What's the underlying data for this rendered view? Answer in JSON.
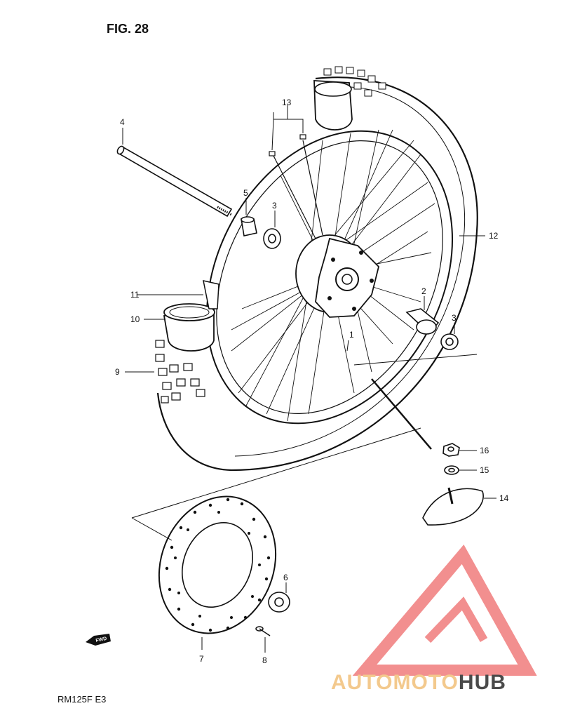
{
  "figure": {
    "title": "FIG. 28",
    "model_code": "RM125F  E3",
    "fwd_marker": "FWD"
  },
  "parts": [
    {
      "ref": "1"
    },
    {
      "ref": "2"
    },
    {
      "ref": "3"
    },
    {
      "ref": "3"
    },
    {
      "ref": "4"
    },
    {
      "ref": "5"
    },
    {
      "ref": "6"
    },
    {
      "ref": "7"
    },
    {
      "ref": "8"
    },
    {
      "ref": "9"
    },
    {
      "ref": "10"
    },
    {
      "ref": "11"
    },
    {
      "ref": "12"
    },
    {
      "ref": "13"
    },
    {
      "ref": "14"
    },
    {
      "ref": "15"
    },
    {
      "ref": "16"
    }
  ],
  "watermark": {
    "text_part1": "AUTOMOTO",
    "text_part2": "HUB",
    "color_part1": "#f2c07a",
    "color_part2": "#2b2b2b",
    "logo_color": "#f07c7c"
  }
}
